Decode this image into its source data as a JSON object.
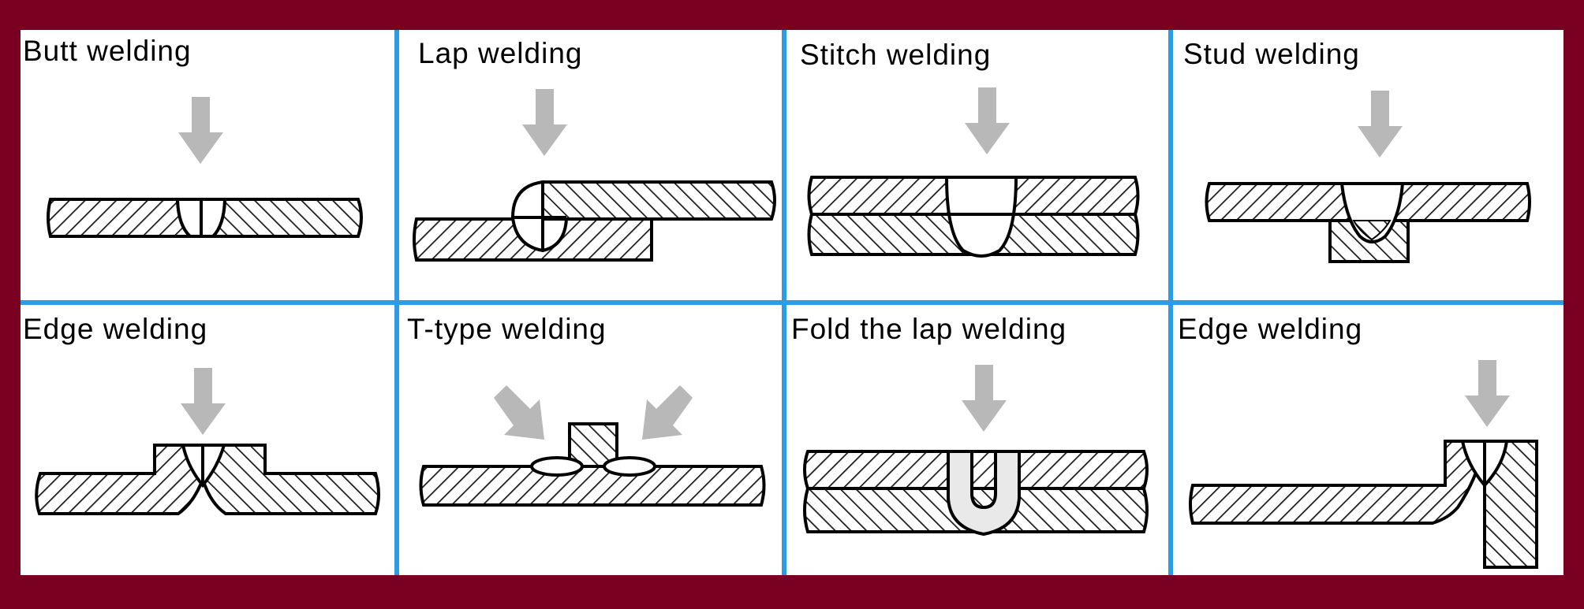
{
  "colors": {
    "frame_border": "#7a0022",
    "panel_background": "#ffffff",
    "divider": "#2e9be6",
    "arrow": "#b8b8b8",
    "hatch": "#1a1a1a"
  },
  "panels": [
    {
      "label": "Butt welding",
      "icon": "down-arrow-icon"
    },
    {
      "label": "Lap welding",
      "icon": "down-arrow-icon"
    },
    {
      "label": "Stitch welding",
      "icon": "down-arrow-icon"
    },
    {
      "label": "Stud welding",
      "icon": "down-arrow-icon"
    },
    {
      "label": "Edge welding",
      "icon": "down-arrow-icon"
    },
    {
      "label": "T-type welding",
      "icon": "diagonal-arrow-icon"
    },
    {
      "label": "Fold the lap welding",
      "icon": "down-arrow-icon"
    },
    {
      "label": "Edge welding",
      "icon": "down-arrow-icon"
    }
  ]
}
